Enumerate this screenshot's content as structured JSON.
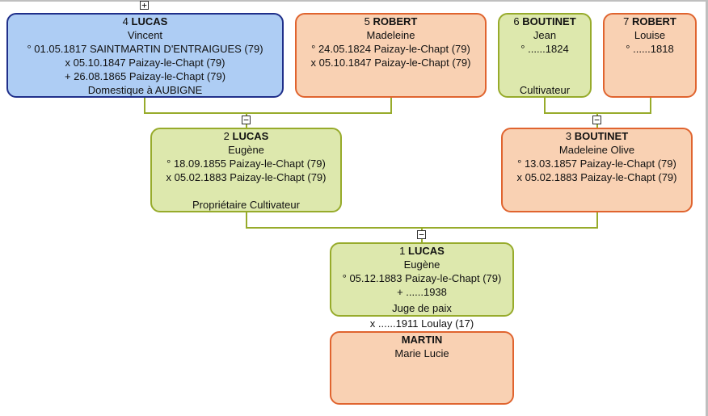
{
  "toggles": {
    "expand": "+",
    "collapse": "−"
  },
  "persons": {
    "p4": {
      "num": "4",
      "surname": "LUCAS",
      "given": "Vincent",
      "events": [
        "° 01.05.1817 SAINTMARTIN D'ENTRAIGUES (79)",
        "x 05.10.1847 Paizay-le-Chapt (79)",
        "+ 26.08.1865 Paizay-le-Chapt (79)"
      ],
      "occupation": "Domestique à  AUBIGNE"
    },
    "p5": {
      "num": "5",
      "surname": "ROBERT",
      "given": "Madeleine",
      "events": [
        "° 24.05.1824 Paizay-le-Chapt (79)",
        "x 05.10.1847 Paizay-le-Chapt (79)"
      ]
    },
    "p6": {
      "num": "6",
      "surname": "BOUTINET",
      "given": "Jean",
      "events": [
        "° ......1824"
      ],
      "occupation": "Cultivateur"
    },
    "p7": {
      "num": "7",
      "surname": "ROBERT",
      "given": "Louise",
      "events": [
        "° ......1818"
      ]
    },
    "p2": {
      "num": "2",
      "surname": "LUCAS",
      "given": "Eugène",
      "events": [
        "° 18.09.1855 Paizay-le-Chapt (79)",
        "x 05.02.1883 Paizay-le-Chapt (79)"
      ],
      "occupation": "Propriétaire Cultivateur"
    },
    "p3": {
      "num": "3",
      "surname": "BOUTINET",
      "given": "Madeleine Olive",
      "events": [
        "° 13.03.1857 Paizay-le-Chapt (79)",
        "x 05.02.1883 Paizay-le-Chapt (79)"
      ]
    },
    "p1": {
      "num": "1",
      "surname": "LUCAS",
      "given": "Eugène",
      "events": [
        "° 05.12.1883 Paizay-le-Chapt (79)",
        "+ ......1938"
      ],
      "occupation": "Juge de paix"
    },
    "spouse": {
      "num": "",
      "surname": "MARTIN",
      "given": "Marie Lucie",
      "events": []
    }
  },
  "marriage": "x ......1911 Loulay (17)",
  "colors": {
    "selected_fill": "#aecdf4",
    "selected_border": "#1f2f8a",
    "male_fill": "#dde8ad",
    "male_border": "#97ab2b",
    "female_fill": "#f9d1b3",
    "female_border": "#e0642f"
  }
}
